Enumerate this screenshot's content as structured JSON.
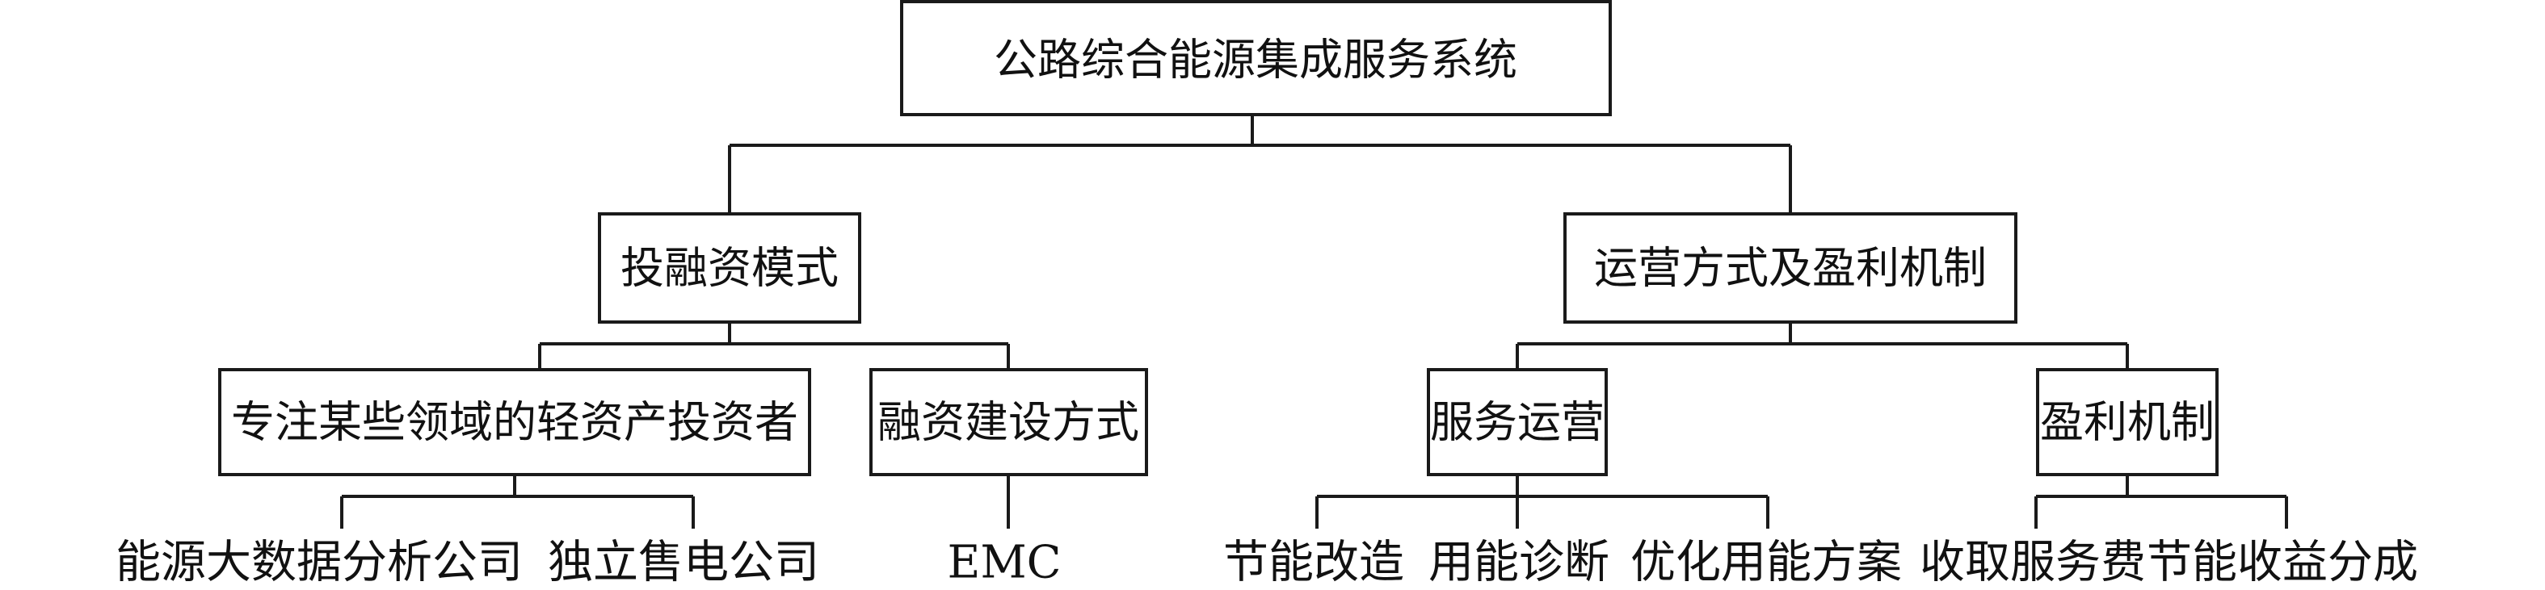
{
  "diagram": {
    "root": {
      "label": "公路综合能源集成服务系统"
    },
    "branches": [
      {
        "label": "投融资模式",
        "children": [
          {
            "label": "专注某些领域的轻资产投资者",
            "leaves": [
              "能源大数据分析公司",
              "独立售电公司"
            ]
          },
          {
            "label": "融资建设方式",
            "leaves": [
              "EMC"
            ]
          }
        ]
      },
      {
        "label": "运营方式及盈利机制",
        "children": [
          {
            "label": "服务运营",
            "leaves": [
              "节能改造",
              "用能诊断",
              "优化用能方案"
            ]
          },
          {
            "label": "盈利机制",
            "leaves": [
              "收取服务费",
              "节能收益分成"
            ]
          }
        ]
      }
    ]
  }
}
